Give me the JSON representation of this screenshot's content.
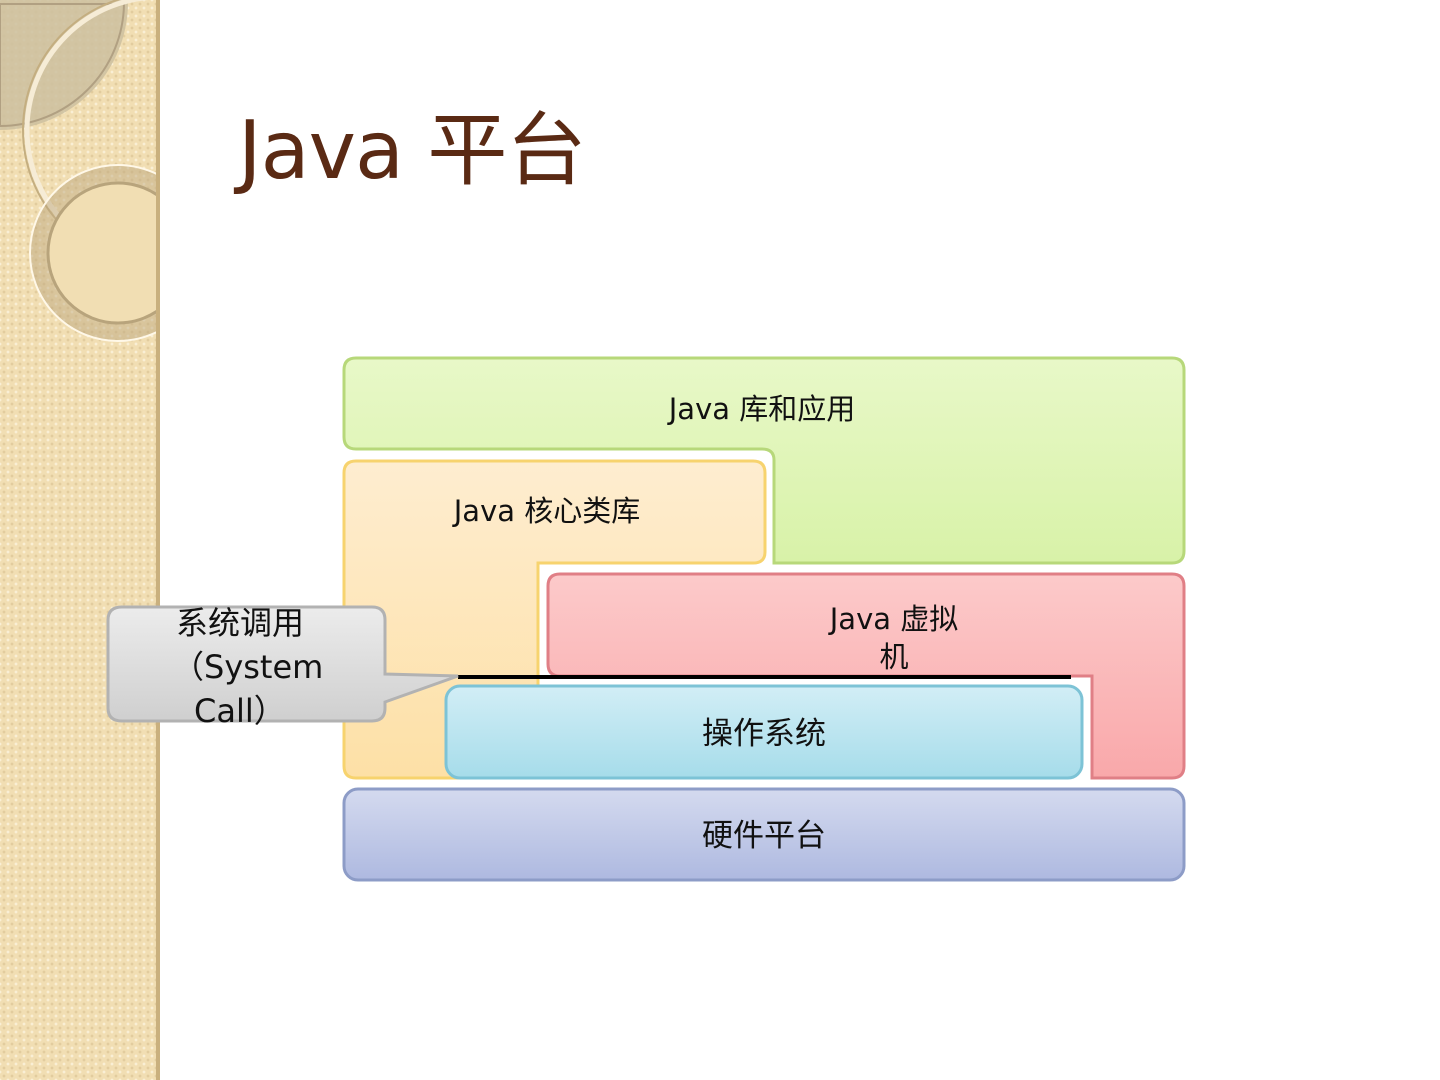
{
  "slide": {
    "title": "Java 平台"
  },
  "diagram": {
    "layers": {
      "java_apps": {
        "label": "Java 库和应用"
      },
      "core_libs": {
        "label": "Java 核心类库"
      },
      "jvm": {
        "label_line1": "Java 虚拟",
        "label_line2": "机"
      },
      "os": {
        "label": "操作系统"
      },
      "hardware": {
        "label": "硬件平台"
      }
    },
    "callout": {
      "line1": "系统调用",
      "line2": "（System",
      "line3": "Call）"
    },
    "colors": {
      "java_apps": "#e2f5bd",
      "core_libs": "#feeac4",
      "jvm": "#fbbfc0",
      "os": "#c2e6f1",
      "hardware": "#c3cbe6",
      "callout": "#dedede",
      "title": "#5a2a14"
    }
  }
}
